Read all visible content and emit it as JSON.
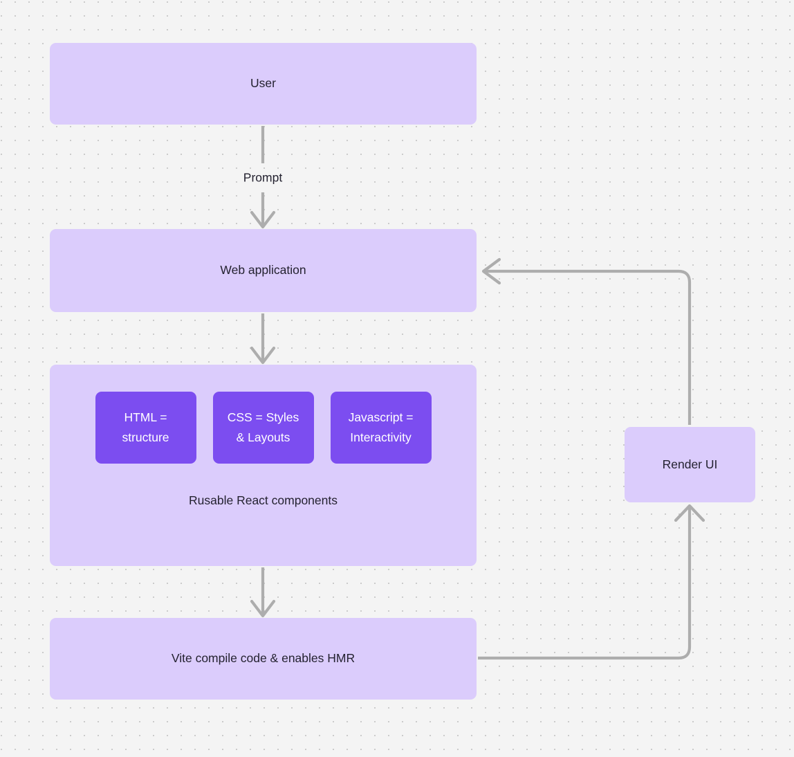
{
  "canvas": {
    "background_color": "#f4f4f4",
    "dot_color": "#cbcbcb",
    "grid_spacing": 20
  },
  "theme": {
    "node_fill": "#dbccfc",
    "chip_fill": "#7c4df0",
    "text_color": "#242230",
    "chip_text_color": "#ffffff",
    "edge_color": "#adadad"
  },
  "nodes": {
    "user": {
      "label": "User"
    },
    "webapp": {
      "label": "Web application"
    },
    "components": {
      "caption": "Rusable React components",
      "chips": [
        {
          "label": "HTML =\nstructure"
        },
        {
          "label": "CSS = Styles\n& Layouts"
        },
        {
          "label": "Javascript =\nInteractivity"
        }
      ]
    },
    "vite": {
      "label": "Vite compile code & enables HMR"
    },
    "render": {
      "label": "Render UI"
    }
  },
  "edges": [
    {
      "id": "user-to-webapp",
      "label": "Prompt",
      "from": "user",
      "to": "webapp"
    },
    {
      "id": "webapp-to-components",
      "label": "",
      "from": "webapp",
      "to": "components"
    },
    {
      "id": "components-to-vite",
      "label": "",
      "from": "components",
      "to": "vite"
    },
    {
      "id": "vite-to-render",
      "label": "",
      "from": "vite",
      "to": "render"
    },
    {
      "id": "render-to-webapp",
      "label": "",
      "from": "render",
      "to": "webapp"
    }
  ]
}
